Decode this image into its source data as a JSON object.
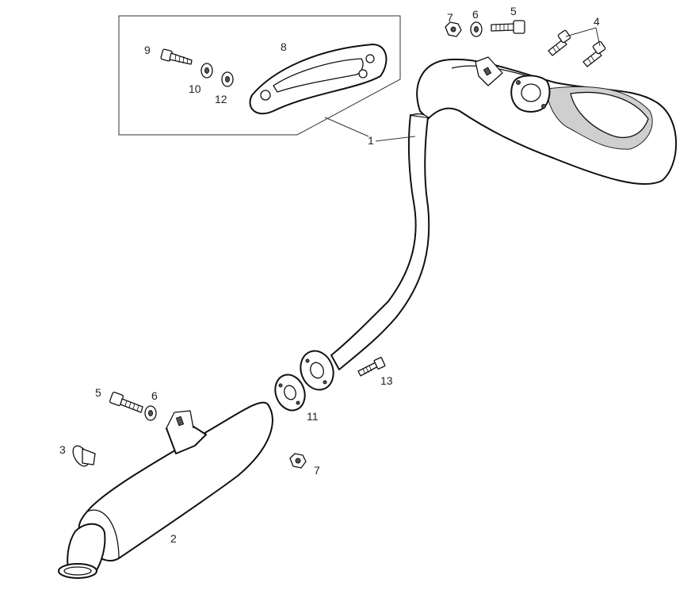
{
  "callouts": [
    {
      "key": "c1",
      "text": "1"
    },
    {
      "key": "c2",
      "text": "2"
    },
    {
      "key": "c3",
      "text": "3"
    },
    {
      "key": "c4",
      "text": "4"
    },
    {
      "key": "c5a",
      "text": "5"
    },
    {
      "key": "c5b",
      "text": "5"
    },
    {
      "key": "c6a",
      "text": "6"
    },
    {
      "key": "c6b",
      "text": "6"
    },
    {
      "key": "c7a",
      "text": "7"
    },
    {
      "key": "c7b",
      "text": "7"
    },
    {
      "key": "c8",
      "text": "8"
    },
    {
      "key": "c9",
      "text": "9"
    },
    {
      "key": "c10",
      "text": "10"
    },
    {
      "key": "c11",
      "text": "11"
    },
    {
      "key": "c12",
      "text": "12"
    },
    {
      "key": "c13",
      "text": "13"
    }
  ],
  "colors": {
    "line": "#111111",
    "background": "#ffffff",
    "shade": "#cfcfcf"
  },
  "icons": [
    "exhaust-pipe-icon",
    "muffler-icon",
    "end-cap-icon",
    "bolt-icon",
    "washer-icon",
    "nut-icon",
    "heat-shield-icon",
    "self-tapping-screw-icon",
    "flange-gasket-icon"
  ]
}
